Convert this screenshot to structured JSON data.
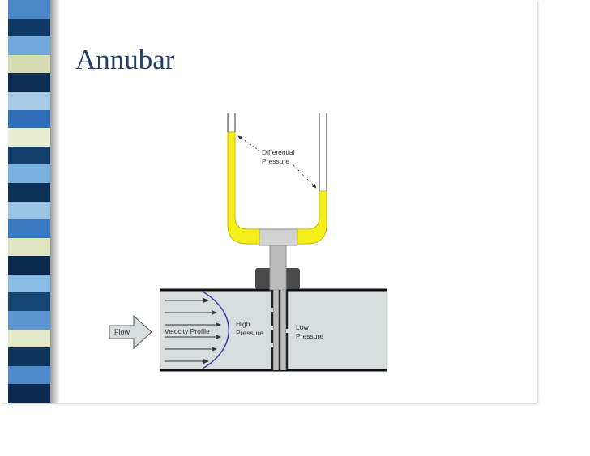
{
  "slide": {
    "title": "Annubar",
    "stripe_colors": [
      "#4a86c8",
      "#103a66",
      "#6fa9dd",
      "#d6dcb4",
      "#0c2e52",
      "#a8cce8",
      "#2f6fb8",
      "#e9edd2",
      "#123e6a",
      "#78b2e0",
      "#0d3258",
      "#9cc4e4",
      "#3a7ac0",
      "#dfe5c0",
      "#0b2a4d",
      "#86bce6",
      "#164673",
      "#5c96d0",
      "#e3e8c8",
      "#0f355d",
      "#4f8bcc",
      "#0c2b50"
    ]
  },
  "diagram": {
    "labels": {
      "differential_line1": "Differential",
      "differential_line2": "Pressure",
      "flow": "Flow",
      "velocity_profile": "Velocity Profile",
      "high_line1": "High",
      "high_line2": "Pressure",
      "low_line1": "Low",
      "low_line2": "Pressure"
    },
    "colors": {
      "manometer_fluid": "#f5ef1a",
      "fluid_outline": "#c9b800",
      "pipe_fill": "#d7dcdd",
      "pipe_wall": "#111111",
      "profile_curve": "#3a3aa8",
      "probe": "#bcbcbc",
      "mount": "#4a4a4a"
    }
  }
}
